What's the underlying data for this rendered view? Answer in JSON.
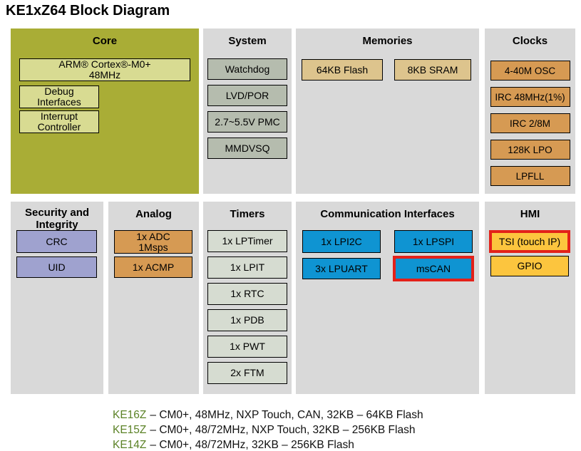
{
  "title": "KE1xZ64 Block Diagram",
  "colors": {
    "core_panel": "#a9ad36",
    "core_box": "#d8db92",
    "panel_gray": "#d9d9d9",
    "system_box": "#b5bcae",
    "timers_box": "#d6dcd1",
    "memory_box": "#ddc48d",
    "clock_box": "#d69a53",
    "security_box": "#9fa2cf",
    "comm_box": "#0f94d2",
    "hmi_box": "#fcc53e",
    "highlight_border": "#e32119",
    "legend_green": "#5b8226"
  },
  "panels": {
    "core": {
      "header": "Core",
      "items": [
        "ARM® Cortex®-M0+\n48MHz",
        "Debug\nInterfaces",
        "Interrupt\nController"
      ]
    },
    "system": {
      "header": "System",
      "items": [
        "Watchdog",
        "LVD/POR",
        "2.7~5.5V PMC",
        "MMDVSQ"
      ]
    },
    "memories": {
      "header": "Memories",
      "items": [
        "64KB Flash",
        "8KB SRAM"
      ]
    },
    "clocks": {
      "header": "Clocks",
      "items": [
        "4-40M OSC",
        "IRC 48MHz(1%)",
        "IRC 2/8M",
        "128K LPO",
        "LPFLL"
      ]
    },
    "security": {
      "header": "Security and\nIntegrity",
      "items": [
        "CRC",
        "UID"
      ]
    },
    "analog": {
      "header": "Analog",
      "items": [
        "1x ADC\n1Msps",
        "1x ACMP"
      ]
    },
    "timers": {
      "header": "Timers",
      "items": [
        "1x LPTimer",
        "1x LPIT",
        "1x RTC",
        "1x PDB",
        "1x PWT",
        "2x FTM"
      ]
    },
    "comm": {
      "header": "Communication Interfaces",
      "items": [
        "1x LPI2C",
        "1x LPSPI",
        "3x LPUART",
        "msCAN"
      ]
    },
    "hmi": {
      "header": "HMI",
      "items": [
        "TSI (touch IP)",
        "GPIO"
      ]
    }
  },
  "legend": [
    {
      "model": "KE16Z",
      "specs": "– CM0+, 48MHz, NXP Touch, CAN, 32KB – 64KB Flash"
    },
    {
      "model": "KE15Z",
      "specs": "– CM0+, 48/72MHz,  NXP Touch, 32KB – 256KB Flash"
    },
    {
      "model": "KE14Z",
      "specs": "– CM0+, 48/72MHz, 32KB – 256KB Flash"
    }
  ]
}
